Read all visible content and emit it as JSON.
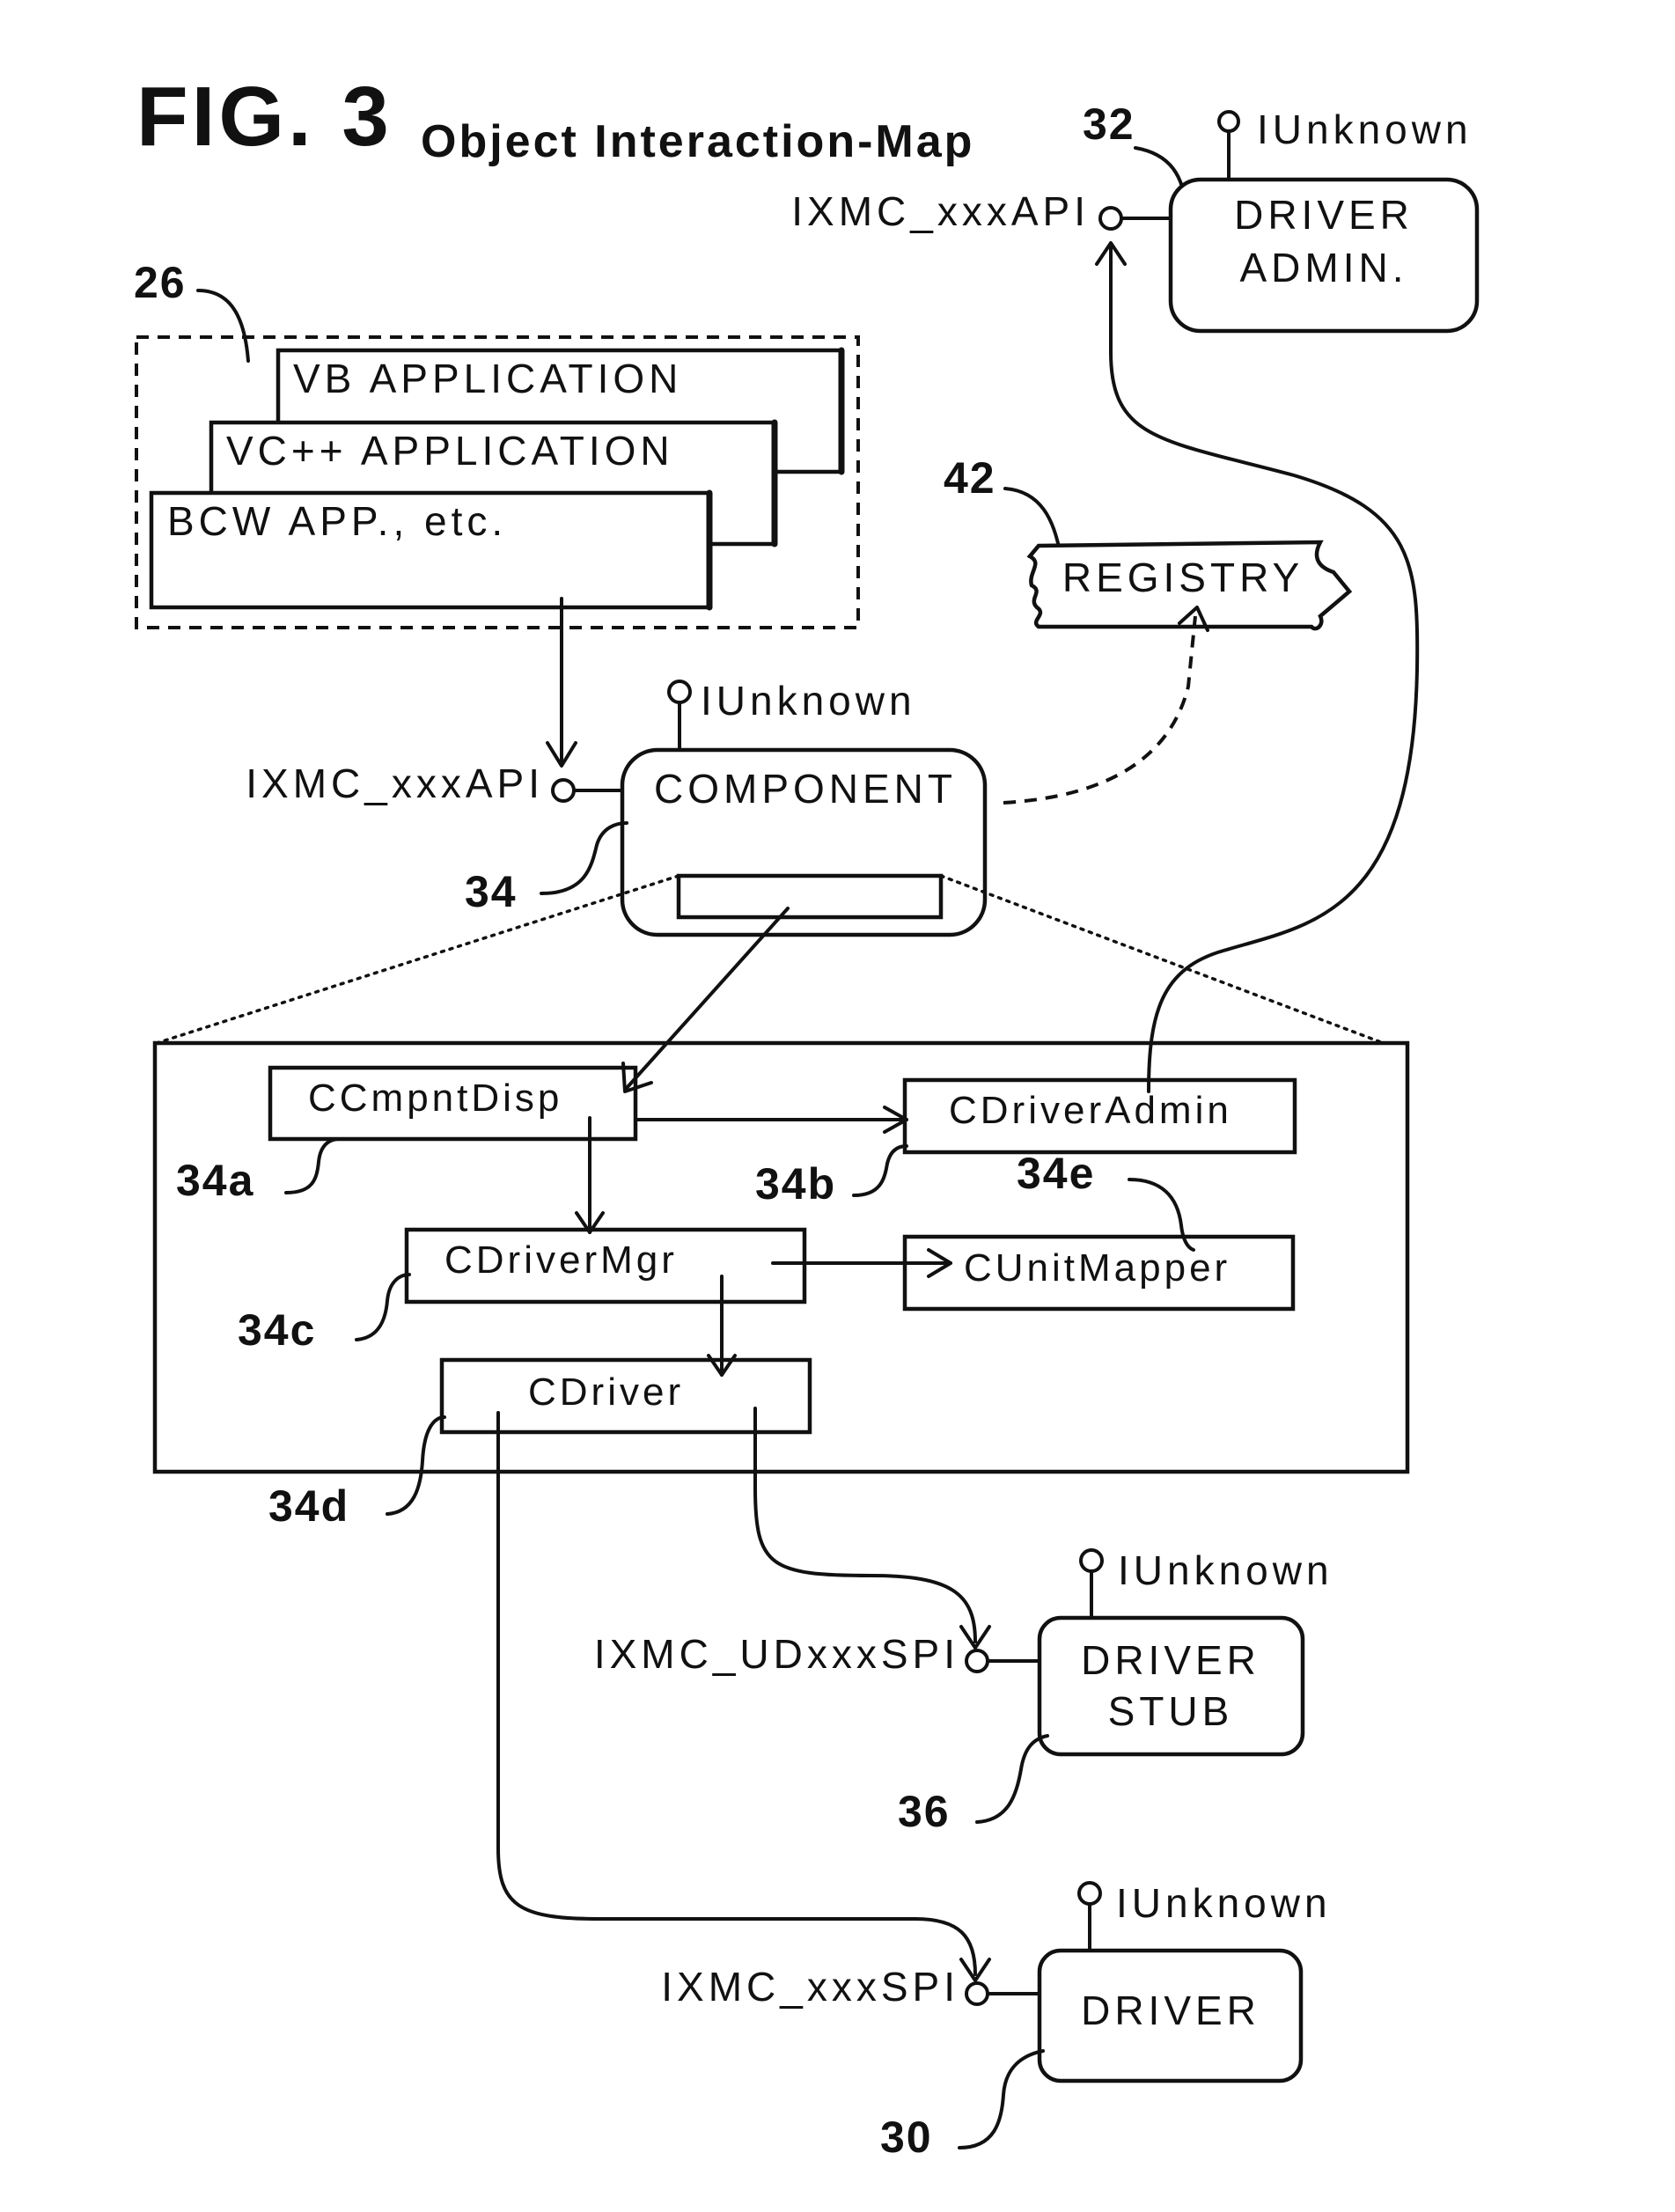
{
  "figure": {
    "number": "FIG. 3",
    "title": "Object Interaction-Map"
  },
  "applications": {
    "ref": "26",
    "items": [
      "VB APPLICATION",
      "VC++ APPLICATION",
      "BCW APP., etc."
    ]
  },
  "registry": {
    "ref": "42",
    "label": "REGISTRY"
  },
  "driver_admin": {
    "ref": "32",
    "label_line1": "DRIVER",
    "label_line2": "ADMIN.",
    "interface": "IXMC_xxxAPI",
    "base_interface": "IUnknown"
  },
  "component": {
    "ref": "34",
    "label": "COMPONENT",
    "interface": "IXMC_xxxAPI",
    "base_interface": "IUnknown"
  },
  "classes": [
    {
      "ref": "34a",
      "label": "CCmpntDisp"
    },
    {
      "ref": "34b",
      "label": "CDriverAdmin"
    },
    {
      "ref": "34c",
      "label": "CDriverMgr"
    },
    {
      "ref": "34e",
      "label": "CUnitMapper"
    },
    {
      "ref": "34d",
      "label": "CDriver"
    }
  ],
  "driver_stub": {
    "ref": "36",
    "label_line1": "DRIVER",
    "label_line2": "STUB",
    "interface": "IXMC_UDxxxSPI",
    "base_interface": "IUnknown"
  },
  "driver": {
    "ref": "30",
    "label": "DRIVER",
    "interface": "IXMC_xxxSPI",
    "base_interface": "IUnknown"
  }
}
